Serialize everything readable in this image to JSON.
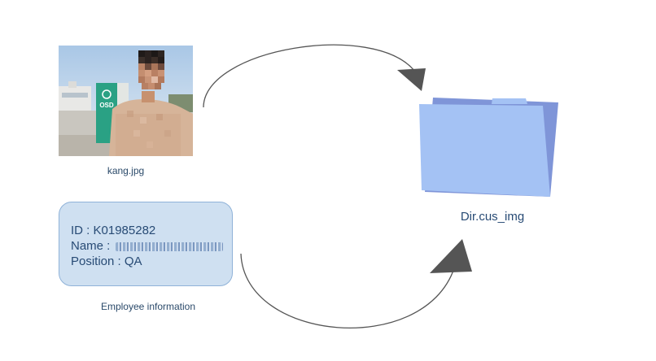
{
  "photo": {
    "caption": "kang.jpg",
    "sign_text": "OSD"
  },
  "employee_card": {
    "id_label": "ID : ",
    "id_value": "K01985282",
    "name_label": "Name : ",
    "position_label": "Position : ",
    "position_value": "QA",
    "caption": "Employee information"
  },
  "folder": {
    "label": "Dir.cus_img",
    "colors": {
      "back": "#7f95d8",
      "front": "#a4c2f4",
      "tab": "#a4c2f4"
    }
  },
  "colors": {
    "arrow": "#555555",
    "text": "#284b75",
    "card_bg": "#cfe0f1",
    "card_border": "#8fb2d8"
  }
}
